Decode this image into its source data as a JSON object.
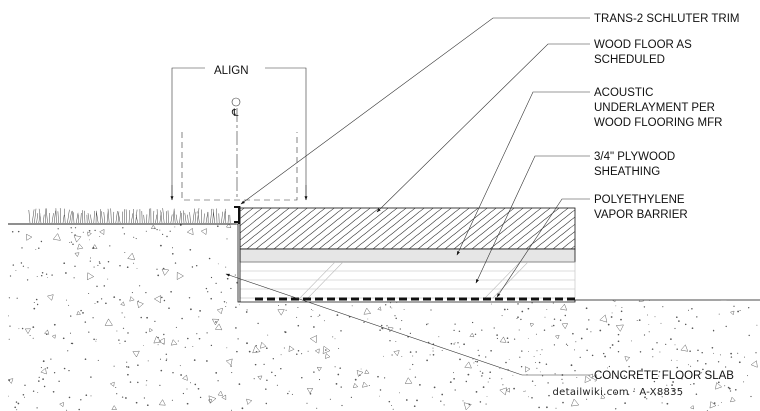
{
  "labels": {
    "align": "ALIGN",
    "trim": "TRANS-2 SCHLUTER TRIM",
    "wood_floor_1": "WOOD FLOOR AS",
    "wood_floor_2": "SCHEDULED",
    "underlayment_1": "ACOUSTIC",
    "underlayment_2": "UNDERLAYMENT PER",
    "underlayment_3": "WOOD FLOORING MFR",
    "plywood_1": "3/4\" PLYWOOD",
    "plywood_2": "SHEATHING",
    "vapor_1": "POLYETHYLENE",
    "vapor_2": "VAPOR BARRIER",
    "slab": "CONCRETE FLOOR SLAB",
    "centerline": "℄"
  },
  "watermark": "detailwiki.com · A-X8835"
}
